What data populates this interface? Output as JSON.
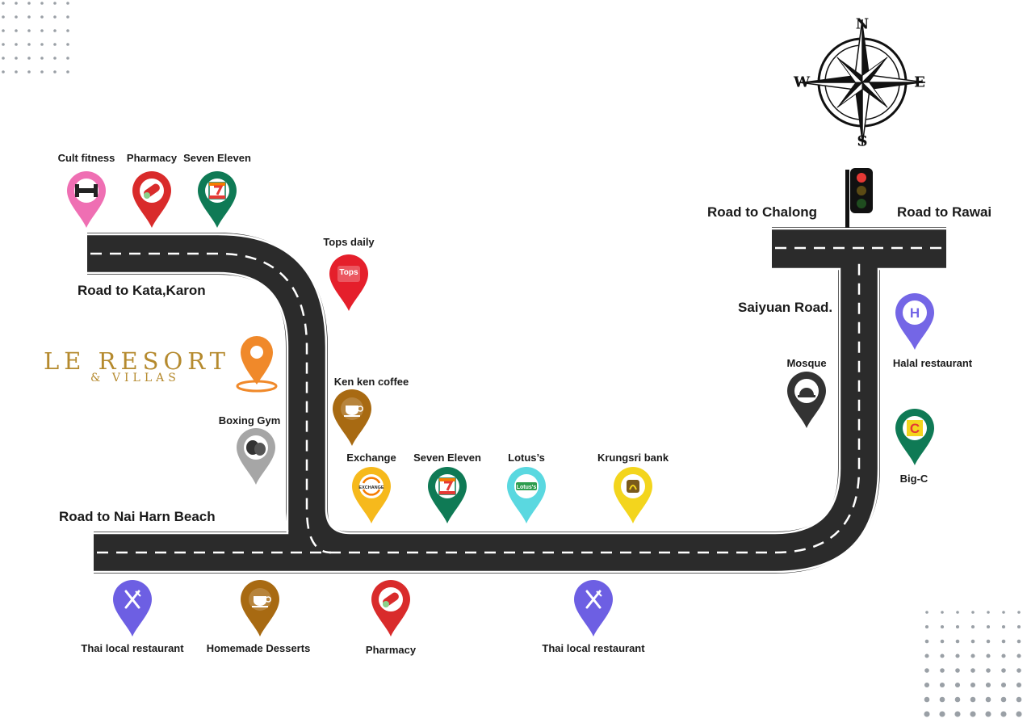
{
  "roads": {
    "kata_karon": "Road to Kata,Karon",
    "nai_harn": "Road to Nai Harn Beach",
    "chalong": "Road to Chalong",
    "rawai": "Road to Rawai",
    "saiyuan": "Saiyuan Road."
  },
  "brand": {
    "name": "LE RESORT",
    "sub": "& VILLAS"
  },
  "compass": {
    "n": "N",
    "e": "E",
    "s": "S",
    "w": "W"
  },
  "places": [
    {
      "label": "Cult fitness",
      "color": "#ef6fb3",
      "icon": "dumbbell-icon"
    },
    {
      "label": "Pharmacy",
      "color": "#d92b2b",
      "icon": "pill-icon"
    },
    {
      "label": "Seven Eleven",
      "color": "#0f7a55",
      "icon": "seven-eleven-icon"
    },
    {
      "label": "Tops daily",
      "color": "#e51f2b",
      "icon": "tops-daily-icon",
      "badge": "Tops"
    },
    {
      "label": "Boxing Gym",
      "color": "#a6a6a6",
      "icon": "boxing-glove-icon"
    },
    {
      "label": "Ken ken coffee",
      "color": "#a86a12",
      "icon": "coffee-cup-icon"
    },
    {
      "label": "Exchange",
      "color": "#f6b91c",
      "icon": "exchange-icon",
      "badge": "EXCHANGE"
    },
    {
      "label": "Seven Eleven",
      "color": "#0f7a55",
      "icon": "seven-eleven-icon"
    },
    {
      "label": "Lotus’s",
      "color": "#5ad8e0",
      "icon": "lotus-icon",
      "badge": "Lotus's"
    },
    {
      "label": "Krungsri bank",
      "color": "#f3d51d",
      "icon": "bank-icon"
    },
    {
      "label": "Mosque",
      "color": "#333333",
      "icon": "mosque-icon"
    },
    {
      "label": "Halal restaurant",
      "color": "#7466e6",
      "icon": "halal-icon",
      "badge": "H"
    },
    {
      "label": "Big-C",
      "color": "#0f7a55",
      "icon": "big-c-icon",
      "badge": "C"
    },
    {
      "label": "Thai local restaurant",
      "color": "#6d5fe3",
      "icon": "fork-knife-icon"
    },
    {
      "label": "Homemade Desserts",
      "color": "#a86a12",
      "icon": "coffee-cup-icon"
    },
    {
      "label": "Pharmacy",
      "color": "#d92b2b",
      "icon": "pill-icon"
    },
    {
      "label": "Thai local restaurant",
      "color": "#6d5fe3",
      "icon": "fork-knife-icon"
    }
  ],
  "colors": {
    "road": "#2b2b2b",
    "road_edge": "#ffffff",
    "road_dash": "#ffffff",
    "brand": "#b58a2e",
    "resort_pin": "#f0892a"
  }
}
